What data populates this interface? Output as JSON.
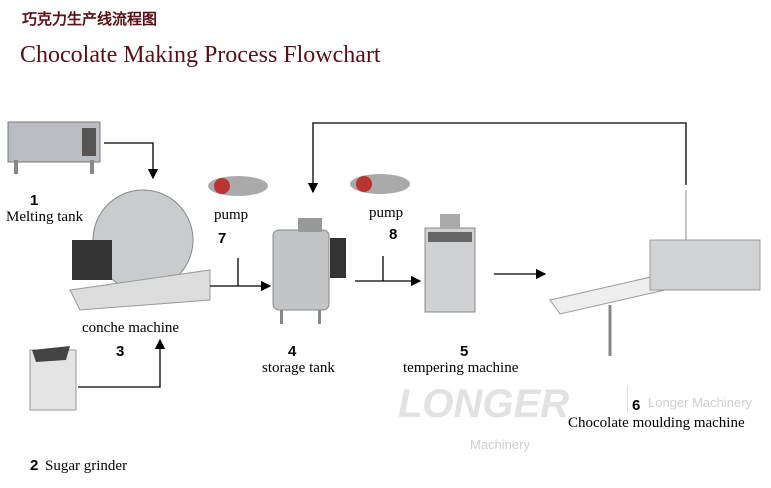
{
  "header": {
    "title_cn": "巧克力生产线流程图",
    "title_en": "Chocolate Making Process Flowchart"
  },
  "steps": [
    {
      "num": "1",
      "label": "Melting tank"
    },
    {
      "num": "2",
      "label": "Sugar grinder"
    },
    {
      "num": "3",
      "label": "conche machine"
    },
    {
      "num": "4",
      "label": "storage tank"
    },
    {
      "num": "5",
      "label": "tempering machine"
    },
    {
      "num": "6",
      "label": "Chocolate moulding machine"
    },
    {
      "num": "7",
      "label": "pump"
    },
    {
      "num": "8",
      "label": "pump"
    }
  ],
  "watermark": {
    "logo": "LONGER",
    "line1": "Longer Machinery",
    "line2": "Machinery"
  },
  "colors": {
    "title": "#5a0f14",
    "arrow": "#000000"
  }
}
